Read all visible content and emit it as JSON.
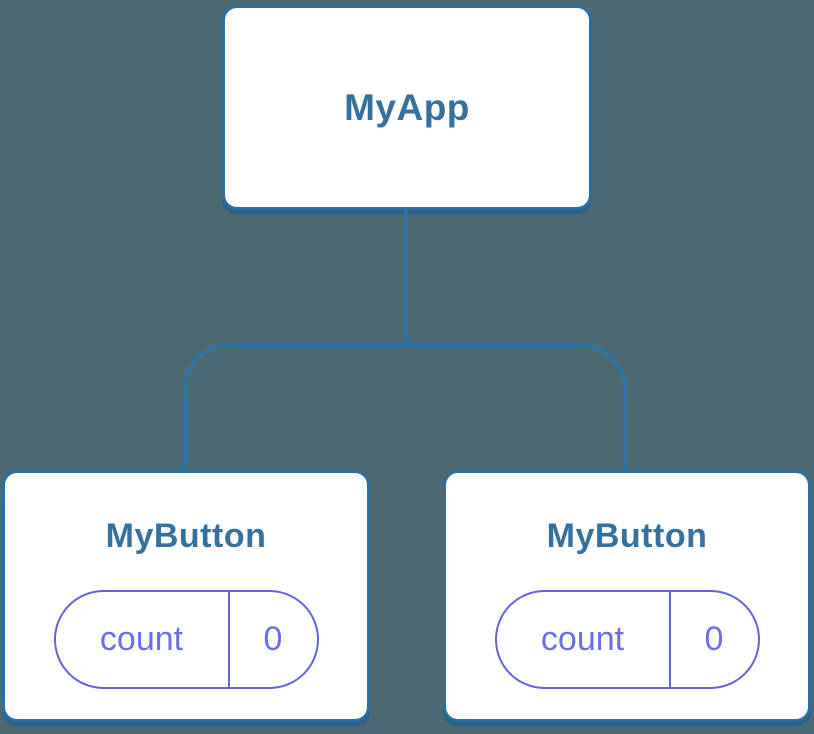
{
  "diagram": {
    "colors": {
      "background": "#4C6A73",
      "line_blue": "#2E74A4",
      "box_border_blue": "#2D6F9F",
      "box_shadow_blue": "#27638F",
      "label_blue": "#35719F",
      "state_purple_border": "#6165D6",
      "state_purple_text": "#6C6FE4",
      "box_fill": "#FFFFFF"
    },
    "root": {
      "label": "MyApp"
    },
    "children": [
      {
        "label": "MyButton",
        "state": {
          "name": "count",
          "value": "0"
        }
      },
      {
        "label": "MyButton",
        "state": {
          "name": "count",
          "value": "0"
        }
      }
    ]
  }
}
